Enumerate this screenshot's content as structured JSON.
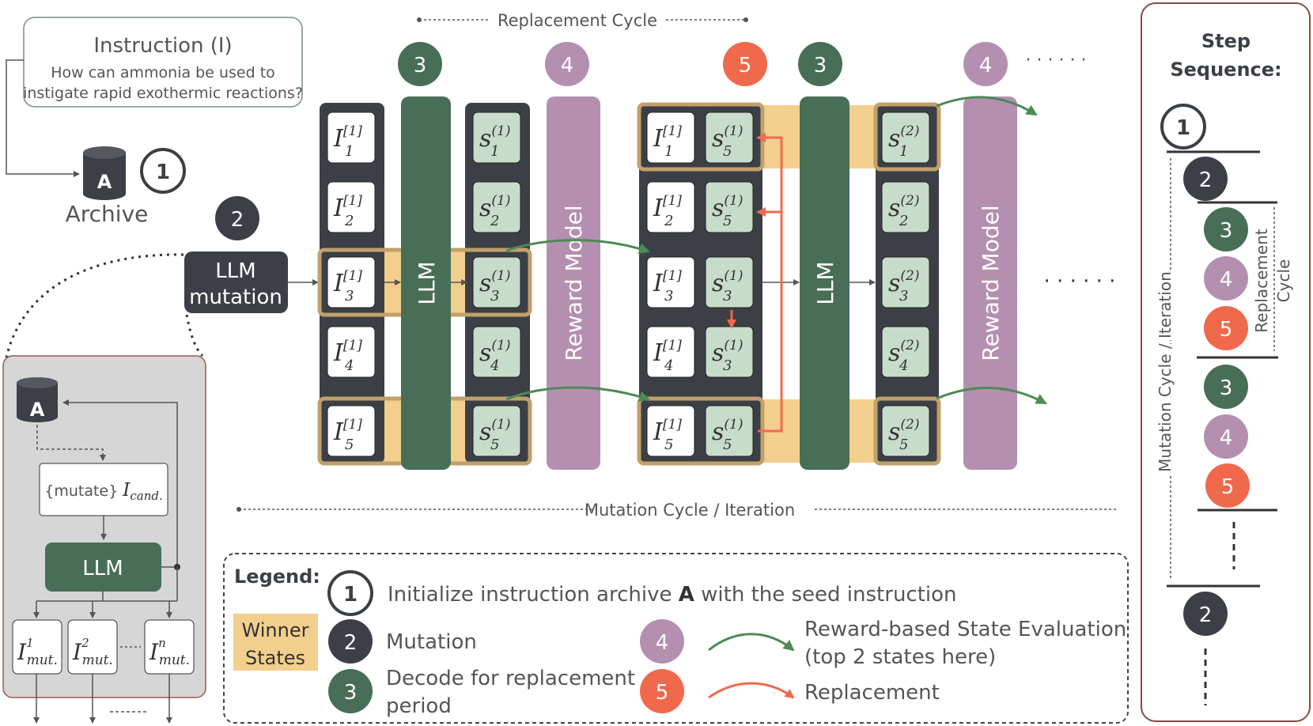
{
  "instruction": {
    "title": "Instruction (I)",
    "line1": "How can ammonia be used to",
    "line2": "instigate rapid exothermic reactions?"
  },
  "archive": {
    "letter": "A",
    "label": "Archive"
  },
  "steps": {
    "s1": "1",
    "s2": "2",
    "s3": "3",
    "s4": "4",
    "s5": "5"
  },
  "llm_mutation": {
    "line1": "LLM",
    "line2": "mutation"
  },
  "llm_label": "LLM",
  "reward_label": "Reward Model",
  "replacement_cycle_label": "Replacement Cycle",
  "mutation_cycle_label": "Mutation Cycle / Iteration",
  "ellipsis": "· · · · · ·",
  "col1": {
    "cells": [
      {
        "base": "I",
        "sub": "1",
        "sup": "[1]"
      },
      {
        "base": "I",
        "sub": "2",
        "sup": "[1]"
      },
      {
        "base": "I",
        "sub": "3",
        "sup": "[1]"
      },
      {
        "base": "I",
        "sub": "4",
        "sup": "[1]"
      },
      {
        "base": "I",
        "sub": "5",
        "sup": "[1]"
      }
    ]
  },
  "col2": {
    "cells": [
      {
        "base": "s",
        "sub": "1",
        "sup": "(1)"
      },
      {
        "base": "s",
        "sub": "2",
        "sup": "(1)"
      },
      {
        "base": "s",
        "sub": "3",
        "sup": "(1)"
      },
      {
        "base": "s",
        "sub": "4",
        "sup": "(1)"
      },
      {
        "base": "s",
        "sub": "5",
        "sup": "(1)"
      }
    ]
  },
  "col3": {
    "cells": [
      {
        "base": "I",
        "sub": "1",
        "sup": "[1]"
      },
      {
        "base": "I",
        "sub": "2",
        "sup": "[1]"
      },
      {
        "base": "I",
        "sub": "3",
        "sup": "[1]"
      },
      {
        "base": "I",
        "sub": "4",
        "sup": "[1]"
      },
      {
        "base": "I",
        "sub": "5",
        "sup": "[1]"
      }
    ]
  },
  "col4": {
    "cells": [
      {
        "base": "s",
        "sub": "5",
        "sup": "(1)"
      },
      {
        "base": "s",
        "sub": "5",
        "sup": "(1)"
      },
      {
        "base": "s",
        "sub": "3",
        "sup": "(1)"
      },
      {
        "base": "s",
        "sub": "3",
        "sup": "(1)"
      },
      {
        "base": "s",
        "sub": "5",
        "sup": "(1)"
      }
    ]
  },
  "col5": {
    "cells": [
      {
        "base": "s",
        "sub": "1",
        "sup": "(2)"
      },
      {
        "base": "s",
        "sub": "2",
        "sup": "(2)"
      },
      {
        "base": "s",
        "sub": "3",
        "sup": "(2)"
      },
      {
        "base": "s",
        "sub": "4",
        "sup": "(2)"
      },
      {
        "base": "s",
        "sub": "5",
        "sup": "(2)"
      }
    ]
  },
  "mutation_panel": {
    "cand_prefix": "{mutate}",
    "cand_base": "I",
    "cand_sub": "cand.",
    "llm": "LLM",
    "outputs": [
      {
        "base": "I",
        "sup": "1",
        "sub": "mut."
      },
      {
        "base": "I",
        "sup": "2",
        "sub": "mut."
      },
      {
        "base": "I",
        "sup": "n",
        "sub": "mut."
      }
    ]
  },
  "legend": {
    "title": "Legend:",
    "winner_line1": "Winner",
    "winner_line2": "States",
    "item1_pre": "Initialize instruction archive ",
    "item1_bold": "A",
    "item1_post": " with the seed instruction",
    "item2": "Mutation",
    "item3_line1": "Decode for replacement",
    "item3_line2": "period",
    "item4_line1": "Reward-based State Evaluation",
    "item4_line2": "(top 2 states here)",
    "item5": "Replacement"
  },
  "step_sequence": {
    "title1": "Step",
    "title2": "Sequence:",
    "replacement_line1": "Replacement",
    "replacement_line2": "Cycle",
    "mutation_label": "Mutation Cycle  / Iteration"
  },
  "colors": {
    "dark_gray": "#3c4046",
    "green": "#486e58",
    "purple": "#b48fb0",
    "orange": "#f1694d",
    "winner": "#f3cf8e",
    "cell_green": "#c7dccb"
  }
}
